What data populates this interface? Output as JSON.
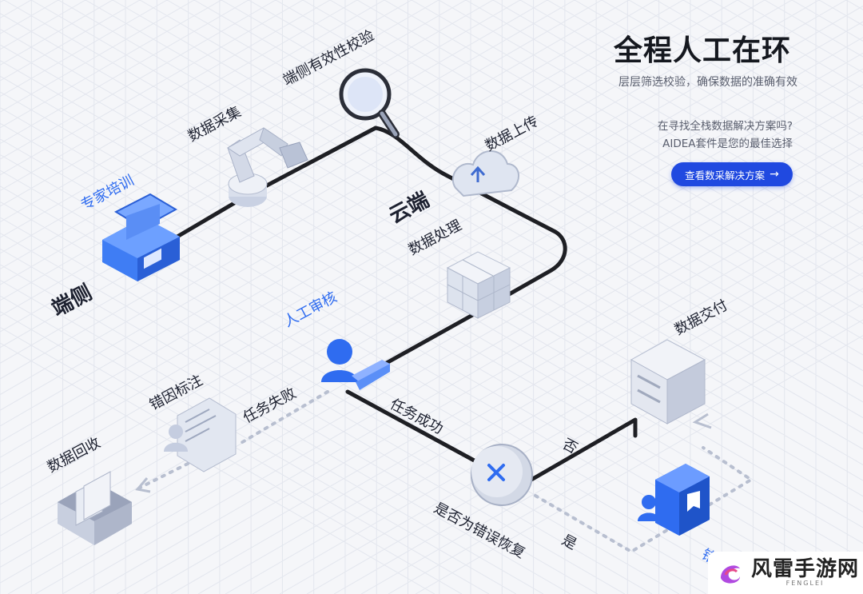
{
  "hero": {
    "title": "全程人工在环",
    "subtitle": "层层筛选校验，确保数据的准确有效",
    "question_line1": "在寻找全栈数据解决方案吗?",
    "question_line2": "AIDEA套件是您的最佳选择",
    "cta_label": "查看数采解决方案",
    "cta_icon": "arrow-right-icon"
  },
  "zones": {
    "edge": "端侧",
    "cloud": "云端"
  },
  "steps": {
    "expert_training": "专家培训",
    "data_collection": "数据采集",
    "edge_validation": "端侧有效性校验",
    "data_upload": "数据上传",
    "data_processing": "数据处理",
    "manual_review": "人工审核",
    "task_fail": "任务失败",
    "error_annotation": "错因标注",
    "data_recall": "数据回收",
    "task_success": "任务成功",
    "recoverable_question": "是否为错误恢复",
    "no": "否",
    "yes": "是",
    "data_delivery": "数据交付",
    "error_truncated": "错误"
  },
  "colors": {
    "accent": "#2f6cf0",
    "cta": "#2049e0",
    "line": "#1e1f24",
    "dotted": "#b8bfd0"
  },
  "brand": {
    "name": "风雷手游网",
    "sub": "FENGLEI"
  }
}
